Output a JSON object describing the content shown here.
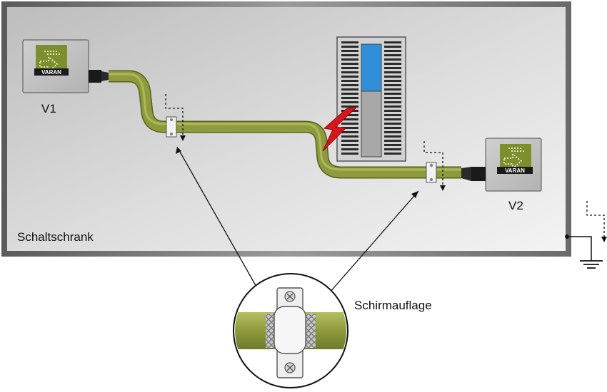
{
  "labels": {
    "cabinet": "Schaltschrank",
    "device1": "V1",
    "device2": "V2",
    "shield": "Schirmauflage",
    "logo": "VARAN"
  },
  "colors": {
    "cable": "#8e9a3c",
    "cable_light": "#b5bf62",
    "module_blue": "#2f8fd8",
    "lightning": "#d8151b",
    "cabinet_frame": "#6e6e6e",
    "logo_green": "#7d8f2c"
  },
  "icons": [
    "varan-logo-icon",
    "ground-icon",
    "lightning-icon",
    "screw-icon"
  ]
}
